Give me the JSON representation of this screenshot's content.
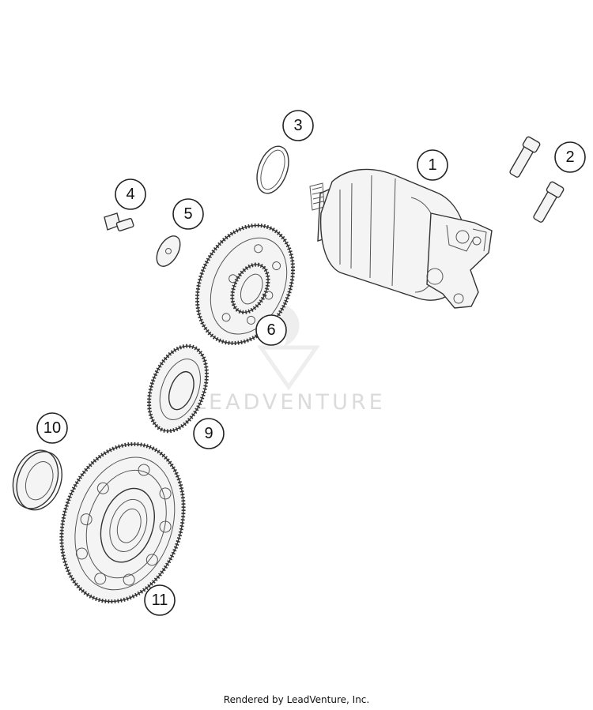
{
  "diagram": {
    "callouts": [
      "1",
      "2",
      "3",
      "4",
      "5",
      "6",
      "9",
      "10",
      "11"
    ],
    "parts": [
      "starter-motor",
      "mounting-screw",
      "o-ring",
      "bolt",
      "washer",
      "intermediate-gear",
      "gear",
      "oil-seal",
      "starter-ring-gear"
    ]
  },
  "watermark": {
    "text": "LEADVENTURE",
    "color": "#cfcfcf"
  },
  "footer": {
    "text": "Rendered by LeadVenture, Inc."
  }
}
